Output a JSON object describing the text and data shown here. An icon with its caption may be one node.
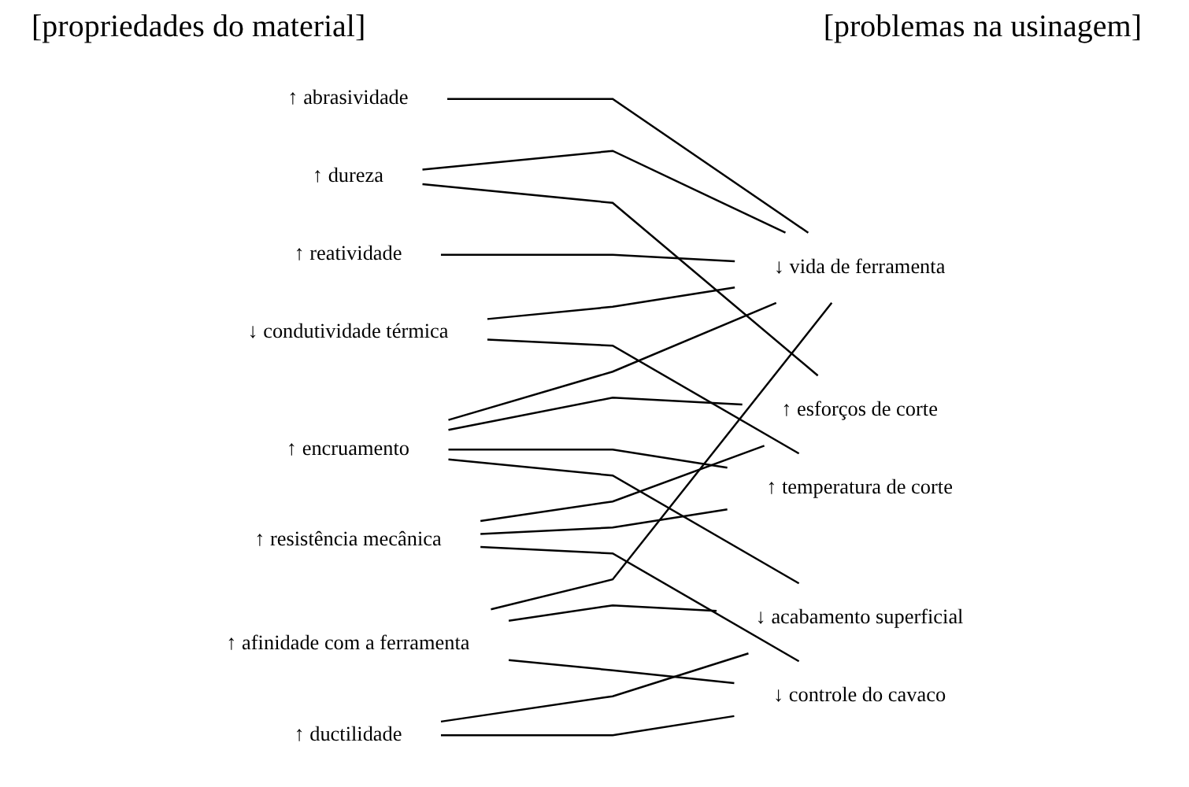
{
  "diagram": {
    "nodes": [
      {
        "text": [
          "↑ dureza"
        ]
      },
      {
        "text": [
          "↑ abrasividade"
        ]
      },
      {
        "text": [
          "↑ encruamento"
        ]
      },
      {
        "text": [
          "↑ resistência mecânica"
        ]
      },
      {
        "text": [
          "↓ condutividade térmica"
        ]
      },
      {
        "text": [
          "↑ reatividade"
        ]
      },
      {
        "text": [
          "↑ ductilidade"
        ]
      },
      {
        "text": [
          "↑ afinidade com a ferramenta"
        ]
      },
      {
        "text": [
          "↓ vida de ferramenta"
        ]
      },
      {
        "text": [
          "↑ esforços de corte"
        ]
      },
      {
        "text": [
          "↑ temperatura de corte"
        ]
      },
      {
        "text": [
          "↓ acabamento superficial"
        ]
      },
      {
        "text": [
          "↓ controle do cavaco"
        ]
      }
    ],
    "edges": [
      {
        "from": 0,
        "to": 8,
        "arrow": "none"
      },
      {
        "from": 0,
        "to": 9,
        "arrow": "none"
      },
      {
        "from": 1,
        "to": 8,
        "arrow": "none"
      },
      {
        "from": 2,
        "to": 8,
        "arrow": "none"
      },
      {
        "from": 2,
        "to": 9,
        "arrow": "none"
      },
      {
        "from": 2,
        "to": 10,
        "arrow": "none"
      },
      {
        "from": 2,
        "to": 11,
        "arrow": "none"
      },
      {
        "from": 3,
        "to": 9,
        "arrow": "none"
      },
      {
        "from": 3,
        "to": 10,
        "arrow": "none"
      },
      {
        "from": 3,
        "to": 12,
        "arrow": "none"
      },
      {
        "from": 4,
        "to": 8,
        "arrow": "none"
      },
      {
        "from": 4,
        "to": 10,
        "arrow": "none"
      },
      {
        "from": 5,
        "to": 8,
        "arrow": "none"
      },
      {
        "from": 6,
        "to": 11,
        "arrow": "none"
      },
      {
        "from": 6,
        "to": 12,
        "arrow": "none"
      },
      {
        "from": 7,
        "to": 8,
        "arrow": "none"
      },
      {
        "from": 7,
        "to": 11,
        "arrow": "none"
      },
      {
        "from": 7,
        "to": 12,
        "arrow": "none"
      }
    ],
    "labels": [
      "[propriedades do material]",
      "[problemas na usinagem]"
    ]
  }
}
